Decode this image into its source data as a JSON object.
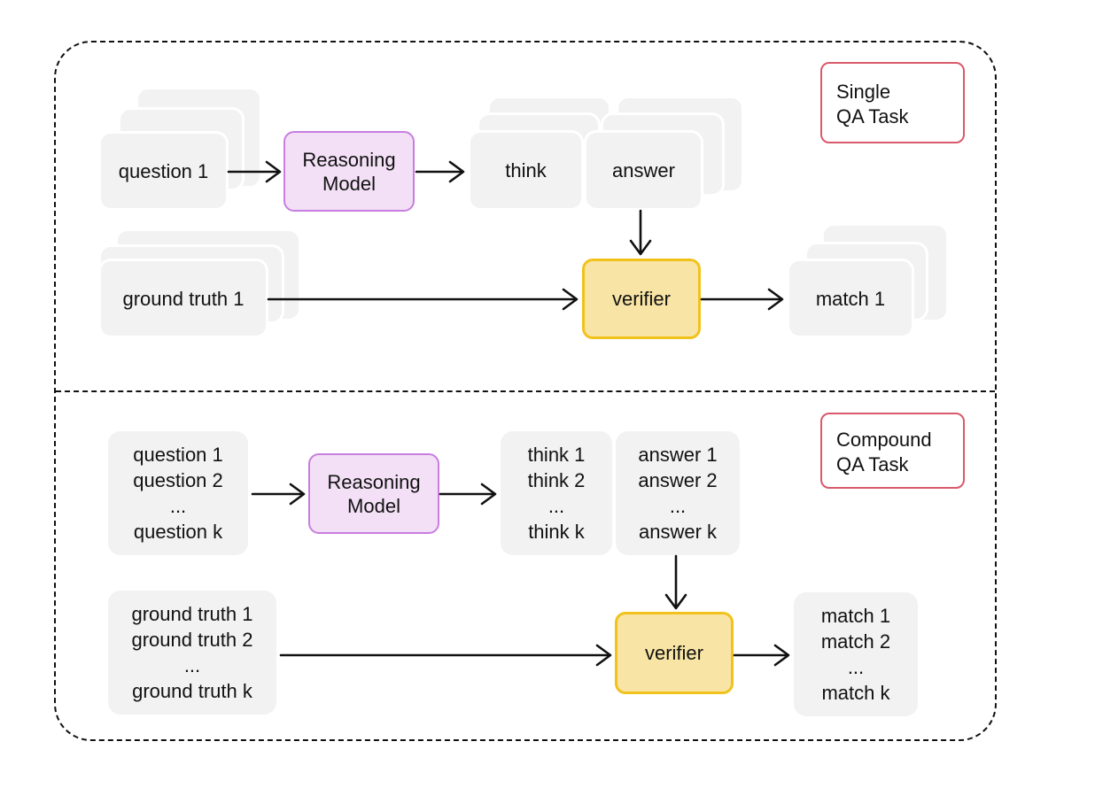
{
  "single": {
    "tag_line1": "Single",
    "tag_line2": "QA Task",
    "question": "question 1",
    "model_line1": "Reasoning",
    "model_line2": "Model",
    "think": "think",
    "answer": "answer",
    "ground_truth": "ground truth 1",
    "verifier": "verifier",
    "match": "match 1"
  },
  "compound": {
    "tag_line1": "Compound",
    "tag_line2": "QA Task",
    "questions": [
      "question 1",
      "question 2",
      "...",
      "question k"
    ],
    "model_line1": "Reasoning",
    "model_line2": "Model",
    "thinks": [
      "think 1",
      "think 2",
      "...",
      "think k"
    ],
    "answers": [
      "answer 1",
      "answer 2",
      "...",
      "answer k"
    ],
    "ground_truths": [
      "ground truth 1",
      "ground truth 2",
      "...",
      "ground truth k"
    ],
    "verifier": "verifier",
    "matches": [
      "match 1",
      "match 2",
      "...",
      "match k"
    ]
  },
  "colors": {
    "model_fill": "#f3e0f6",
    "model_border": "#c77ee0",
    "verifier_fill": "#f8e4a4",
    "verifier_border": "#f2c21c",
    "tag_border": "#d9596b",
    "box_fill": "#f2f2f2"
  }
}
